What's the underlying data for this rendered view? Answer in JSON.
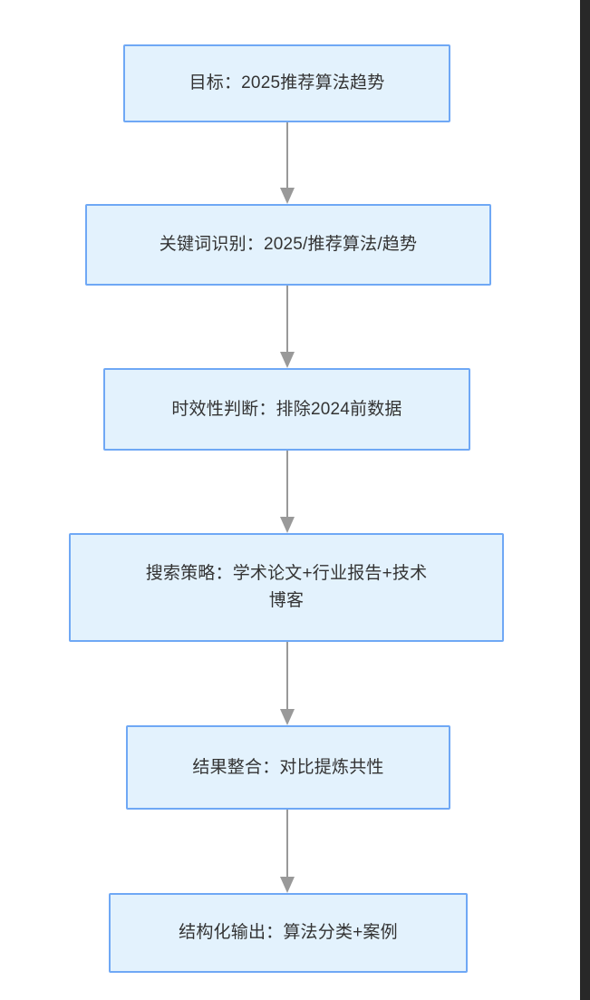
{
  "diagram": {
    "title": "目标：2025推荐算法趋势",
    "type": "flowchart",
    "orientation": "top-to-bottom",
    "node_fill_color": "#e3f2fd",
    "node_border_color": "#6fa8f5",
    "edge_color": "#999999",
    "text_color": "#333333",
    "background_color": "#ffffff",
    "nodes": [
      {
        "id": "n0",
        "label": "目标：2025推荐算法趋势"
      },
      {
        "id": "n1",
        "label": "关键词识别：2025/推荐算法/趋势"
      },
      {
        "id": "n2",
        "label": "时效性判断：排除2024前数据"
      },
      {
        "id": "n3",
        "label": "搜索策略：学术论文+行业报告+技术\n博客"
      },
      {
        "id": "n4",
        "label": "结果整合：对比提炼共性"
      },
      {
        "id": "n5",
        "label": "结构化输出：算法分类+案例"
      }
    ],
    "edges": [
      {
        "from": "n0",
        "to": "n1",
        "label": ""
      },
      {
        "from": "n1",
        "to": "n2",
        "label": ""
      },
      {
        "from": "n2",
        "to": "n3",
        "label": ""
      },
      {
        "from": "n3",
        "to": "n4",
        "label": ""
      },
      {
        "from": "n4",
        "to": "n5",
        "label": ""
      }
    ]
  }
}
